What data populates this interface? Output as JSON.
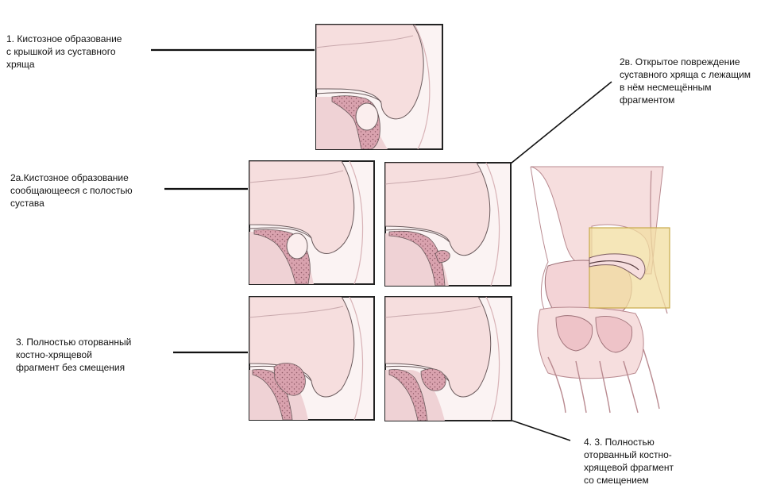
{
  "labels": {
    "stage1": "1. Кистозное образование\nс крышкой из суставного\nхряща",
    "stage2a": "2а.Кистозное образование\n   сообщающееся с полостью\n   сустава",
    "stage2b": "2в. Открытое повреждение\nсуставного хряща с лежащим\nв нём несмещённым\nфрагментом",
    "stage3": "3. Полностью оторванный\nкостно-хрящевой\nфрагмент без смещения",
    "stage4": "4. 3. Полностью\nоторванный костно-\nхрящевой фрагмент\nсо смещением"
  },
  "colors": {
    "bone": "#f6dede",
    "bone_shade": "#e9b9bd",
    "lesion": "#d9a2ae",
    "outline": "#6a5a5c",
    "highlight_fill": "#f2dea0",
    "highlight_stroke": "#c7a94a"
  }
}
